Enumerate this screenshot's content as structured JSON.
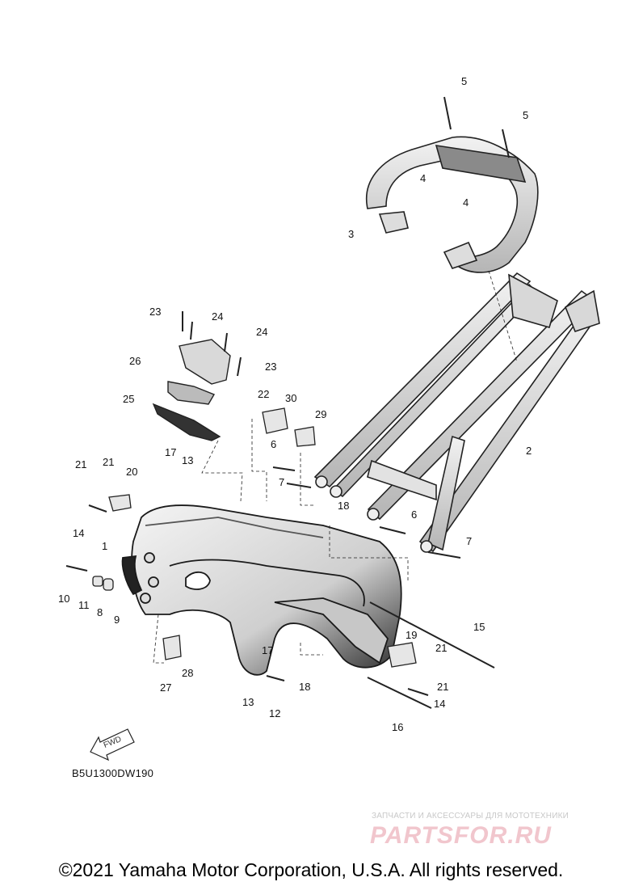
{
  "diagram": {
    "code": "B5U1300DW190",
    "fwd_label": "FWD",
    "copyright": "©2021 Yamaha Motor Corporation, U.S.A. All rights reserved.",
    "watermark": {
      "subtitle": "ЗАПЧАСТИ И АКСЕССУАРЫ ДЛЯ МОТОТЕХНИКИ",
      "logo": "PARTSFOR.RU"
    },
    "callouts": [
      "5",
      "5",
      "4",
      "4",
      "3",
      "23",
      "24",
      "24",
      "23",
      "26",
      "22",
      "25",
      "30",
      "29",
      "6",
      "7",
      "2",
      "17",
      "13",
      "21",
      "21",
      "20",
      "14",
      "1",
      "18",
      "6",
      "7",
      "10",
      "11",
      "8",
      "9",
      "19",
      "15",
      "21",
      "17",
      "28",
      "27",
      "18",
      "21",
      "14",
      "13",
      "12",
      "16"
    ]
  }
}
